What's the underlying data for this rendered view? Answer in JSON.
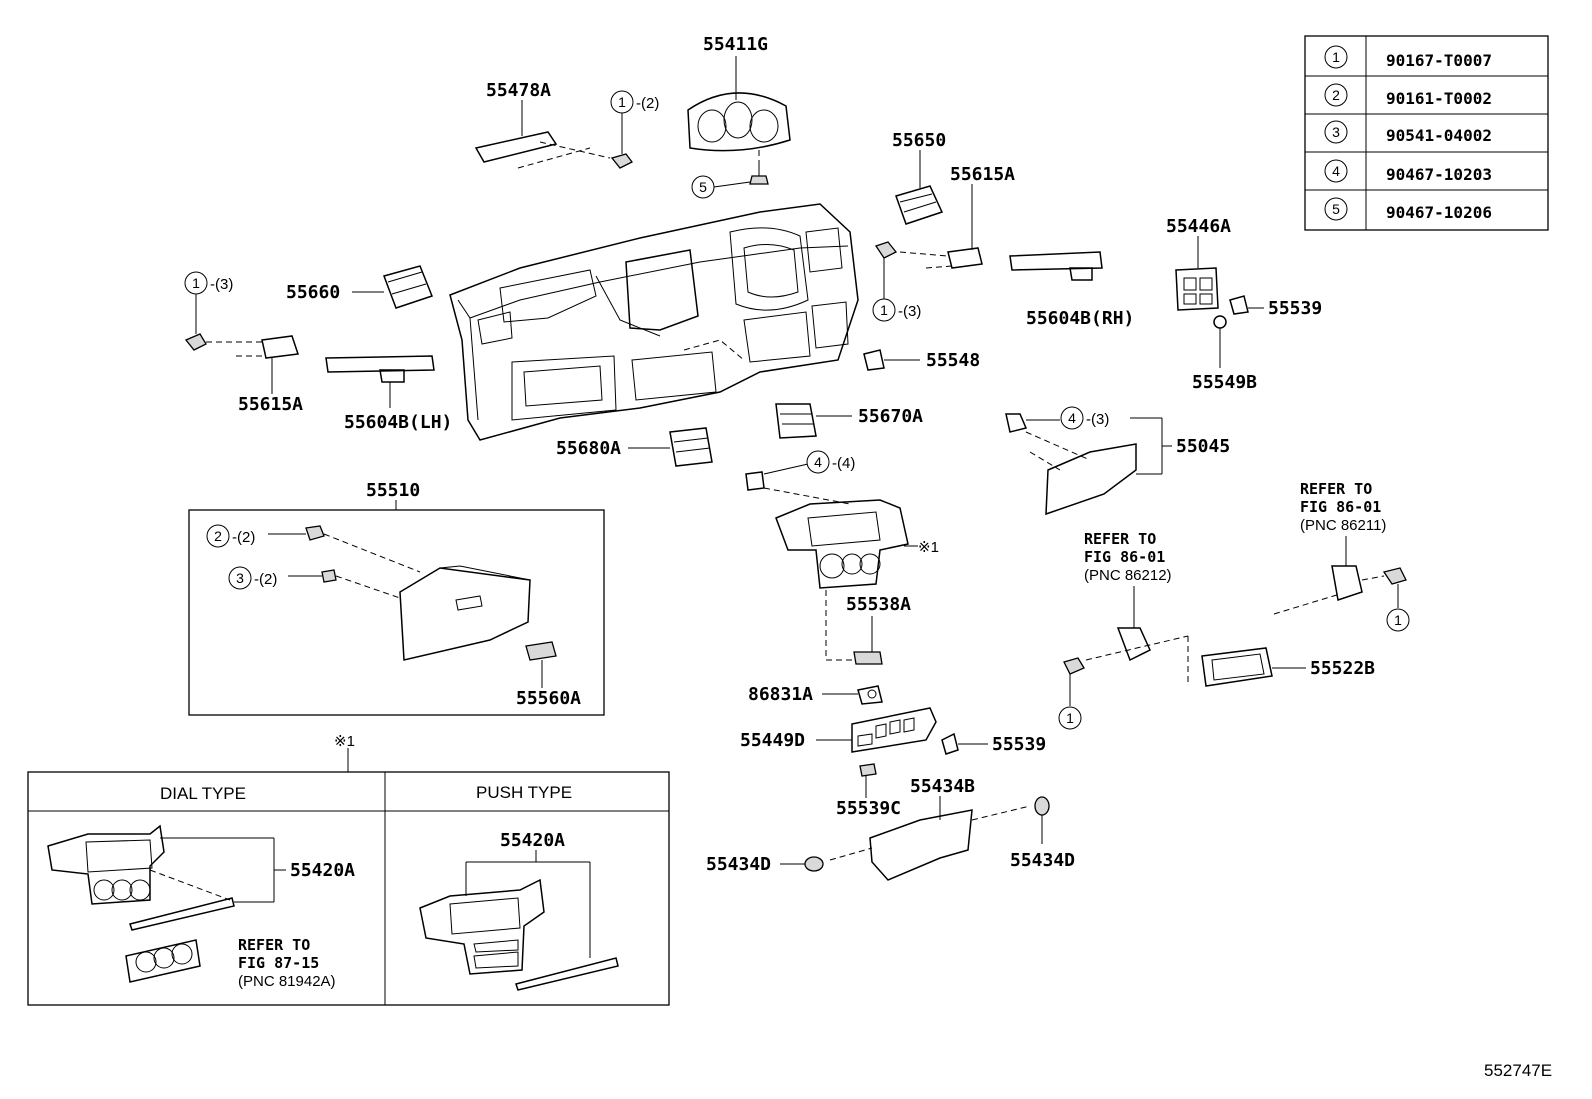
{
  "legend": {
    "rows": [
      {
        "ref": "1",
        "part": "90167-T0007"
      },
      {
        "ref": "2",
        "part": "90161-T0002"
      },
      {
        "ref": "3",
        "part": "90541-04002"
      },
      {
        "ref": "4",
        "part": "90467-10203"
      },
      {
        "ref": "5",
        "part": "90467-10206"
      }
    ]
  },
  "callouts": {
    "c1": {
      "ref": "1",
      "qty": "-(2)"
    },
    "c2": {
      "ref": "5"
    },
    "c3": {
      "ref": "1",
      "qty": "-(3)"
    },
    "c4": {
      "ref": "1",
      "qty": "-(3)"
    },
    "c5": {
      "ref": "4",
      "qty": "-(3)"
    },
    "c6": {
      "ref": "4",
      "qty": "-(4)"
    },
    "c7": {
      "ref": "2",
      "qty": "-(2)"
    },
    "c8": {
      "ref": "3",
      "qty": "-(2)"
    },
    "c9": {
      "ref": "1"
    },
    "c10": {
      "ref": "1"
    }
  },
  "parts": {
    "p55411G": "55411G",
    "p55478A": "55478A",
    "p55650": "55650",
    "p55615A_r": "55615A",
    "p55660": "55660",
    "p55615A_l": "55615A",
    "p55604B_lh": "55604B(LH)",
    "p55604B_rh": "55604B(RH)",
    "p55446A": "55446A",
    "p55539_r": "55539",
    "p55549B": "55549B",
    "p55548": "55548",
    "p55670A": "55670A",
    "p55680A": "55680A",
    "p55045": "55045",
    "p55510": "55510",
    "p55560A": "55560A",
    "p55538A": "55538A",
    "p86831A": "86831A",
    "p55449D": "55449D",
    "p55539_c": "55539",
    "p55539C": "55539C",
    "p55434B": "55434B",
    "p55434D_l": "55434D",
    "p55434D_r": "55434D",
    "p55522B": "55522B",
    "p55420A_dial": "55420A",
    "p55420A_push": "55420A"
  },
  "marks": {
    "star1_main": "※1",
    "star1_box": "※1"
  },
  "refs": {
    "r86211": {
      "l1": "REFER TO",
      "l2": "FIG 86-01",
      "l3": "(PNC 86211)"
    },
    "r86212": {
      "l1": "REFER TO",
      "l2": "FIG 86-01",
      "l3": "(PNC 86212)"
    },
    "r8715": {
      "l1": "REFER TO",
      "l2": "FIG 87-15",
      "l3": "(PNC 81942A)"
    }
  },
  "variants": {
    "dial": "DIAL TYPE",
    "push": "PUSH TYPE"
  },
  "figure_id": "552747E"
}
